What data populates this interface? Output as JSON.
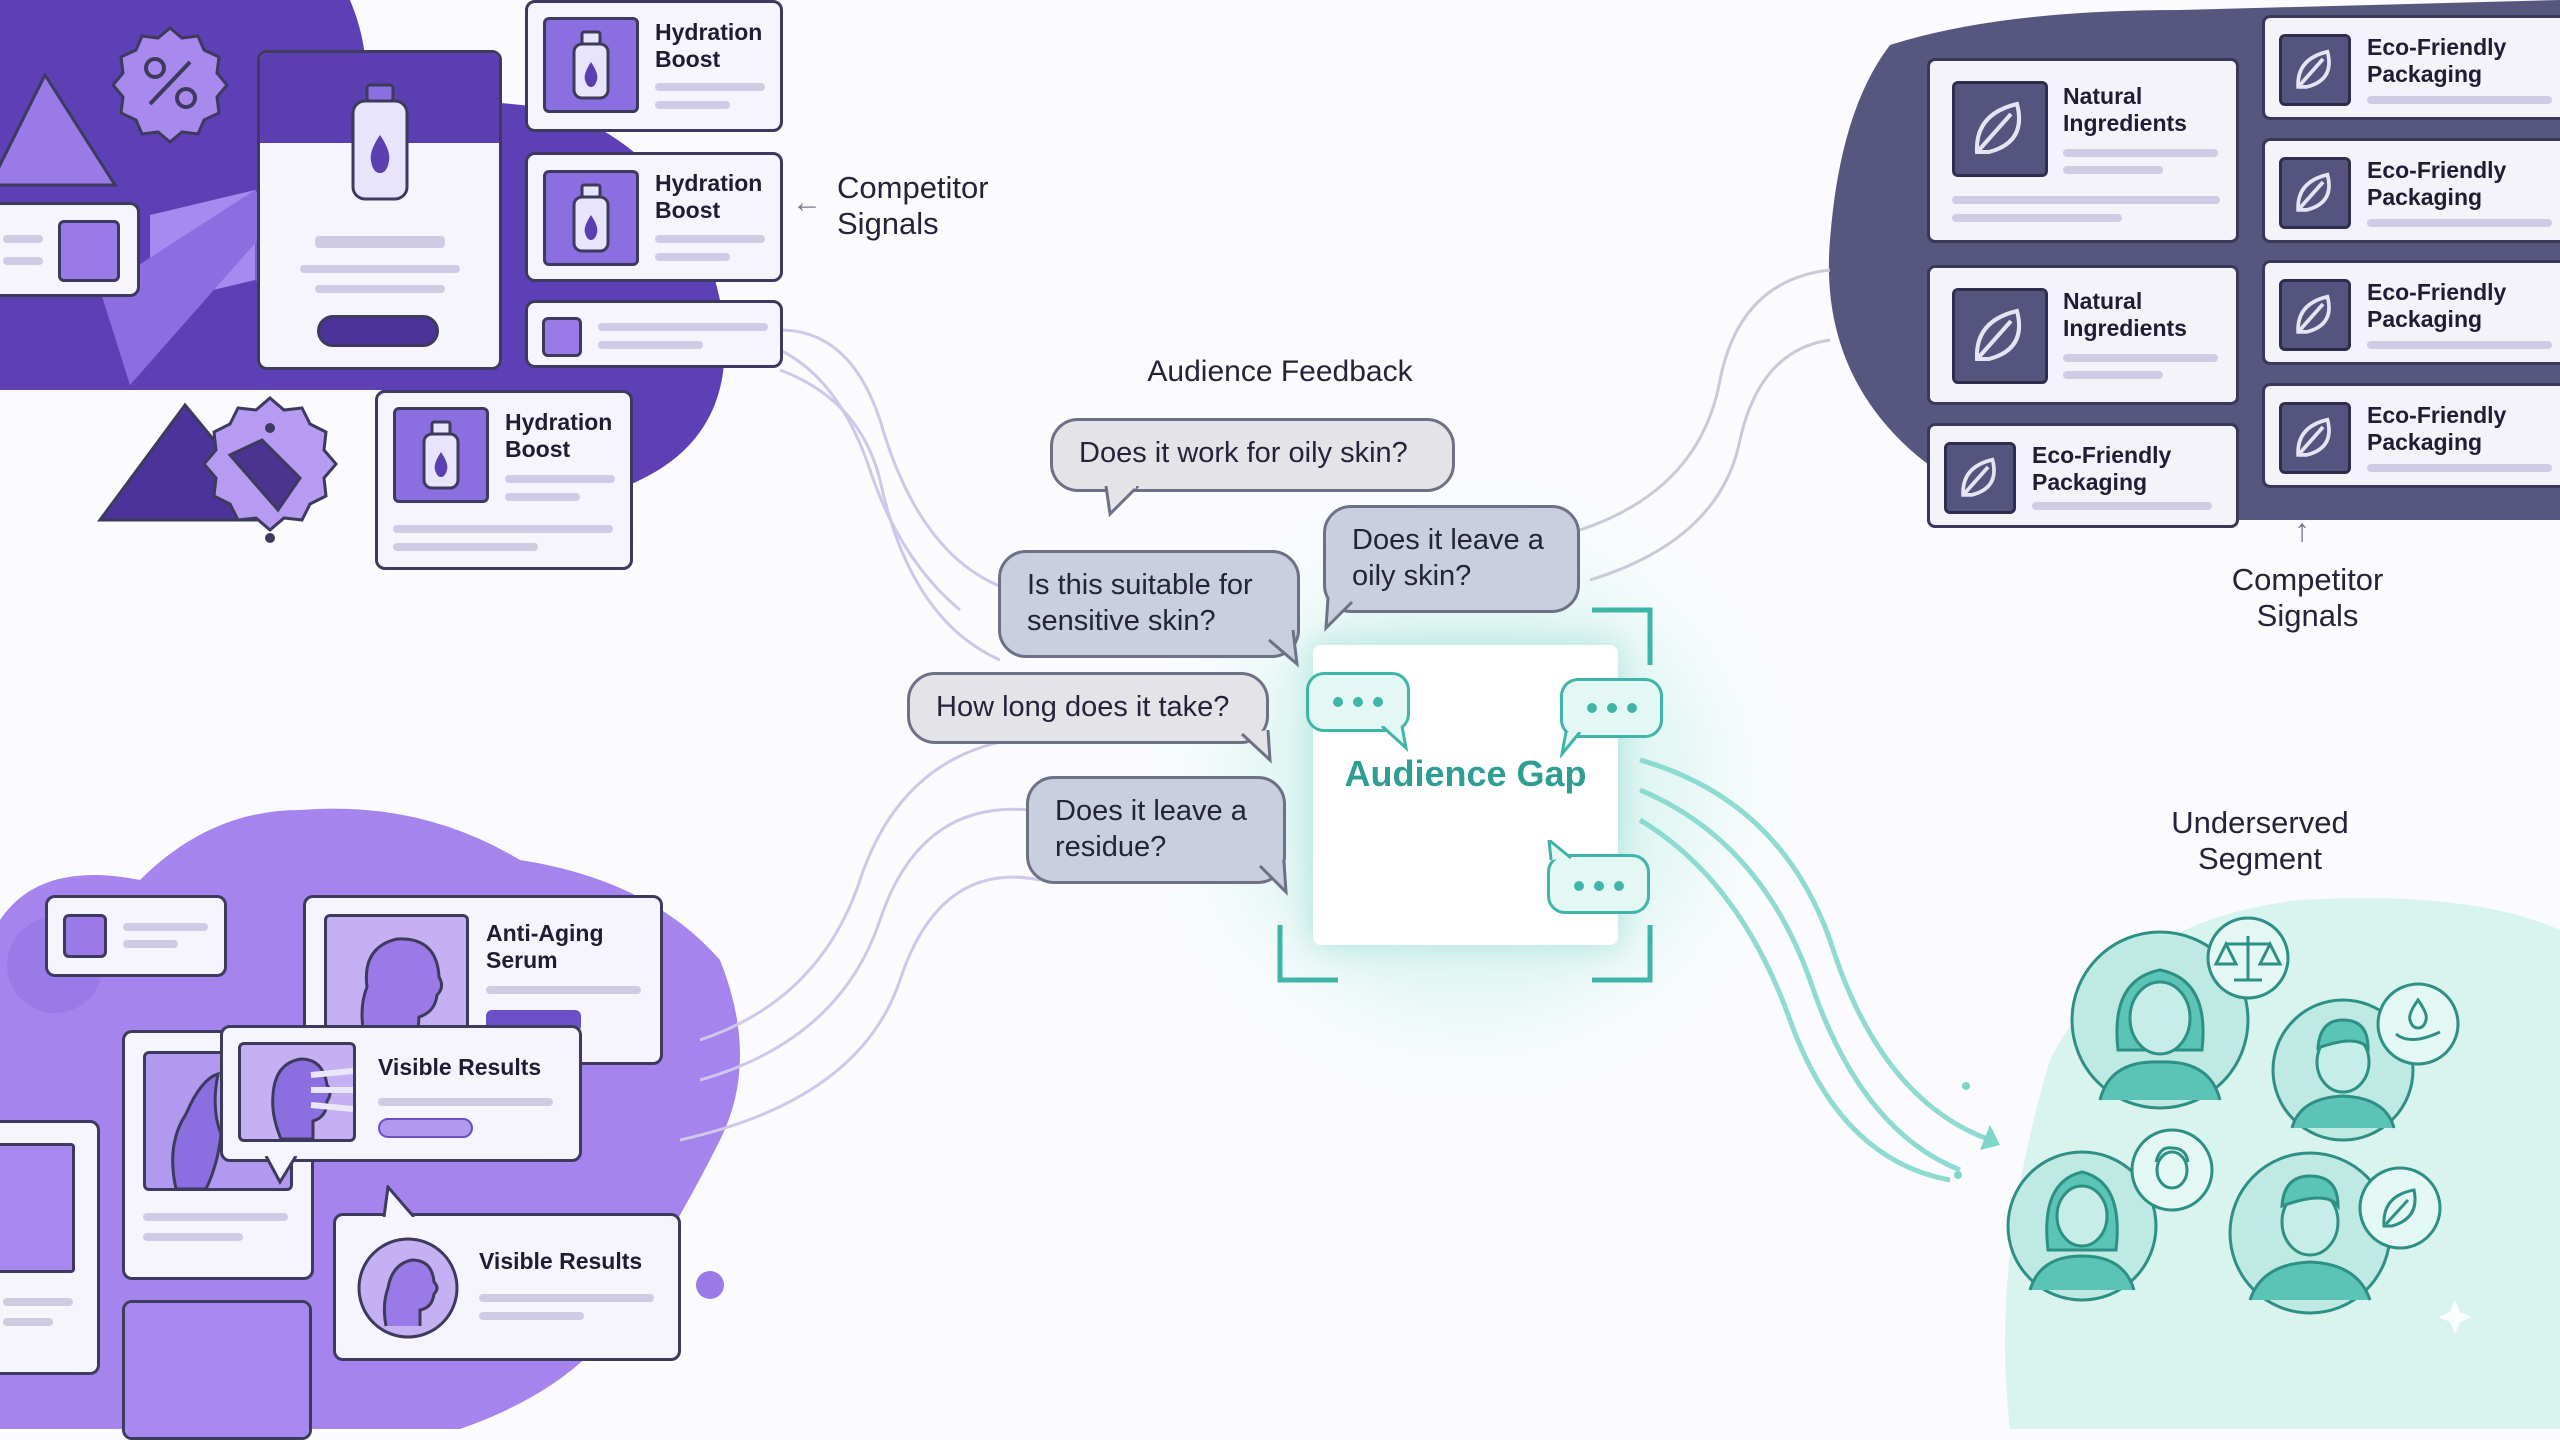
{
  "competitor_top_left": {
    "cards": [
      {
        "title": "Hydration Boost"
      },
      {
        "title": "Hydration Boost"
      },
      {
        "title": "Hydration Boost"
      }
    ],
    "label": "Competitor Signals"
  },
  "competitor_right": {
    "natural_cards": [
      {
        "title": "Natural Ingredients"
      },
      {
        "title": "Natural Ingredients"
      }
    ],
    "eco_cards": [
      {
        "title": "Eco-Friendly Packaging"
      },
      {
        "title": "Eco-Friendly Packaging"
      },
      {
        "title": "Eco-Friendly Packaging"
      },
      {
        "title": "Eco-Friendly Packaging"
      },
      {
        "title": "Eco-Friendly Packaging"
      }
    ],
    "label": "Competitor Signals"
  },
  "feedback": {
    "heading": "Audience Feedback",
    "questions": [
      "Does it work for oily skin?",
      "Does it leave a oily skin?",
      "Is this suitable for sensitive skin?",
      "How long does it take?",
      "Does it leave a residue?"
    ]
  },
  "center": {
    "label": "Audience Gap"
  },
  "bottom_left": {
    "cards": [
      {
        "title": "Anti-Aging Serum"
      },
      {
        "title": "Visible Results"
      },
      {
        "title": "Visible Results"
      }
    ]
  },
  "segment": {
    "label": "Underserved Segment"
  },
  "colors": {
    "purple_dark": "#5b3fb0",
    "purple_light": "#9a7ae6",
    "slate_blob": "#57567e",
    "teal": "#2e9e92",
    "teal_light": "#d9f3ef"
  },
  "icons": [
    "percent-icon",
    "bottle-icon",
    "tag-icon",
    "leaf-icon",
    "face-icon",
    "chat-dots-icon",
    "scales-icon",
    "drop-hand-icon",
    "person-icon"
  ]
}
